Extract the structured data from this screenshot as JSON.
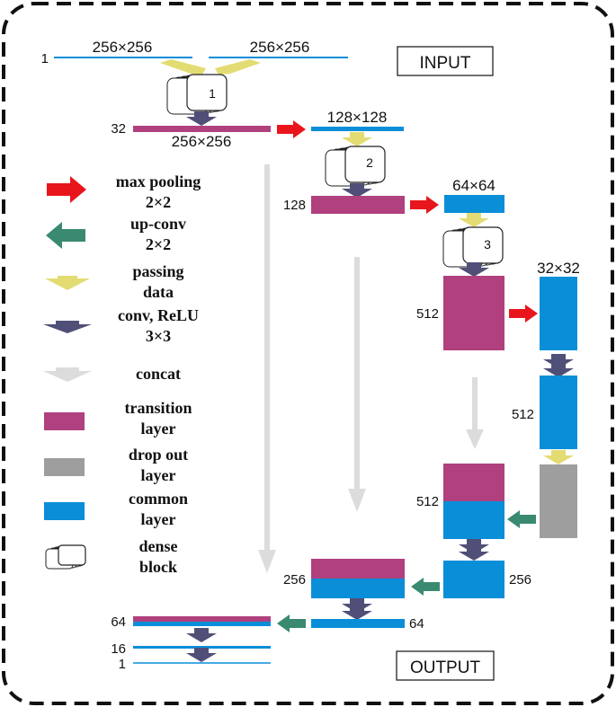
{
  "boxes": {
    "input": "INPUT",
    "output": "OUTPUT"
  },
  "dims": {
    "d256_in_left": "256×256",
    "d256_in_right": "256×256",
    "d256_out": "256×256",
    "d128": "128×128",
    "d64": "64×64",
    "d32": "32×32"
  },
  "channels": {
    "c1_top": "1",
    "c32": "32",
    "c128": "128",
    "c512_a": "512",
    "c512_b": "512",
    "c512_c": "512",
    "c256_l": "256",
    "c256_r": "256",
    "c64_l": "64",
    "c64_r": "64",
    "c16": "16",
    "c1_bottom": "1"
  },
  "dense_blocks": {
    "b1": "1",
    "b2": "2",
    "b3": "3"
  },
  "legend": {
    "max_pooling_1": "max pooling",
    "max_pooling_2": "2×2",
    "up_conv_1": "up-conv",
    "up_conv_2": "2×2",
    "passing_1": "passing",
    "passing_2": "data",
    "conv_1": "conv, ReLU",
    "conv_2": "3×3",
    "concat": "concat",
    "transition_1": "transition",
    "transition_2": "layer",
    "dropout_1": "drop out",
    "dropout_2": "layer",
    "common_1": "common",
    "common_2": "layer",
    "dense_1": "dense",
    "dense_2": "block"
  },
  "colors": {
    "transition": "#b0407e",
    "common": "#0a8ed8",
    "dropout": "#9e9e9e",
    "max_pooling_arrow": "#e8161c",
    "up_conv_arrow": "#3a8a72",
    "passing_arrow": "#e3dc73",
    "conv_arrow": "#4f4f77",
    "concat_arrow": "#dcdcdc"
  }
}
